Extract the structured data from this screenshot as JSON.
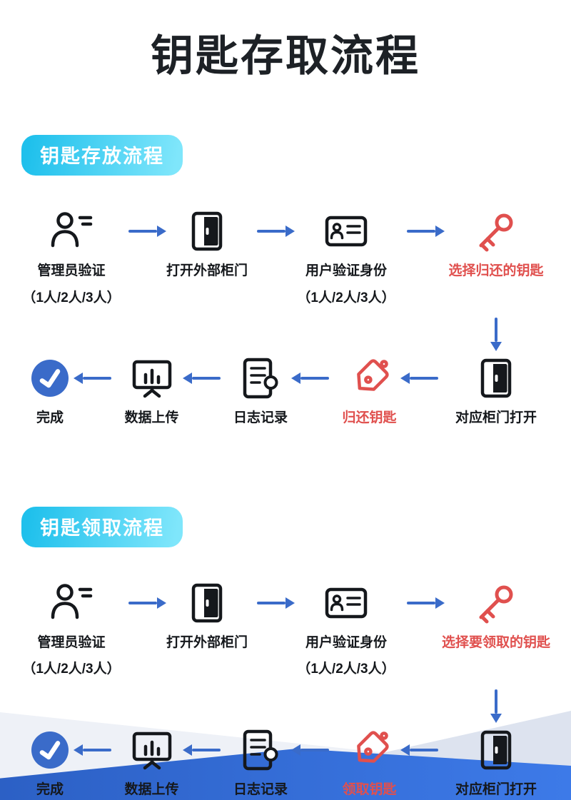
{
  "page": {
    "title": "钥匙存取流程"
  },
  "colors": {
    "title_color": "#1d2126",
    "arrow_blue": "#3a6bc9",
    "alert_red": "#e0504e",
    "badge_cyan_start": "#1fc0ec",
    "badge_cyan_end": "#7fe6fb",
    "footer_blue": "#2c60c5"
  },
  "sections": [
    {
      "badge": "钥匙存放流程",
      "row1": [
        {
          "icon": "user-icon",
          "label": "管理员验证",
          "sub": "（1人/2人/3人）"
        },
        {
          "icon": "door-icon",
          "label": "打开外部柜门"
        },
        {
          "icon": "idcard-icon",
          "label": "用户验证身份",
          "sub": "（1人/2人/3人）"
        },
        {
          "icon": "key-icon",
          "label": "选择归还的钥匙",
          "highlight": true
        }
      ],
      "row2": [
        {
          "icon": "check-icon",
          "label": "完成"
        },
        {
          "icon": "monitor-icon",
          "label": "数据上传"
        },
        {
          "icon": "log-icon",
          "label": "日志记录"
        },
        {
          "icon": "tag-icon",
          "label": "归还钥匙",
          "highlight": true
        },
        {
          "icon": "door-icon",
          "label": "对应柜门打开"
        }
      ]
    },
    {
      "badge": "钥匙领取流程",
      "row1": [
        {
          "icon": "user-icon",
          "label": "管理员验证",
          "sub": "（1人/2人/3人）"
        },
        {
          "icon": "door-icon",
          "label": "打开外部柜门"
        },
        {
          "icon": "idcard-icon",
          "label": "用户验证身份",
          "sub": "（1人/2人/3人）"
        },
        {
          "icon": "key-icon",
          "label": "选择要领取的钥匙",
          "highlight": true
        }
      ],
      "row2": [
        {
          "icon": "check-icon",
          "label": "完成"
        },
        {
          "icon": "monitor-icon",
          "label": "数据上传"
        },
        {
          "icon": "log-icon",
          "label": "日志记录"
        },
        {
          "icon": "tag-icon",
          "label": "领取钥匙",
          "highlight": true
        },
        {
          "icon": "door-icon",
          "label": "对应柜门打开"
        }
      ]
    }
  ]
}
